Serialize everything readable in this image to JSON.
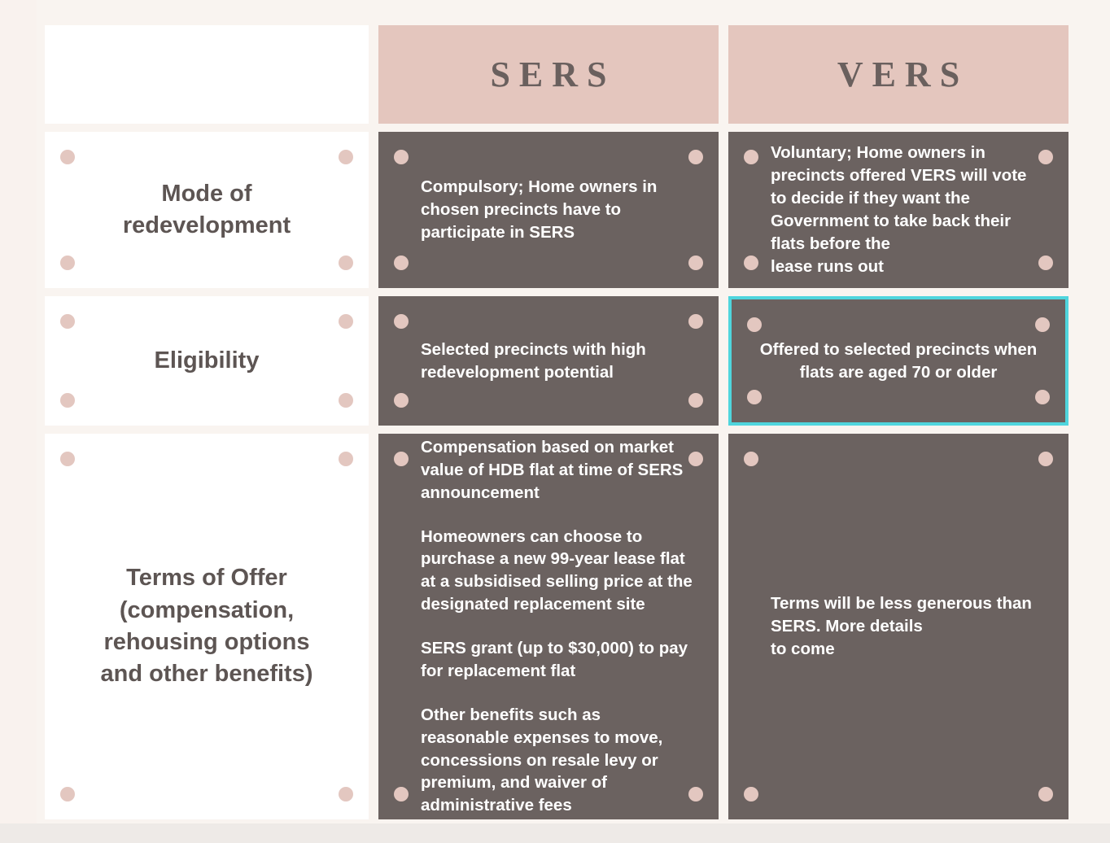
{
  "theme": {
    "page_background": "#f9f4f0",
    "header_pink": "#e4c6be",
    "cell_dark": "#6b6260",
    "label_text": "#5d5553",
    "dot_pink": "#e3c7c0",
    "selection_outline": "#4fd5dd"
  },
  "table": {
    "columns": [
      {
        "key": "criteria",
        "label": ""
      },
      {
        "key": "sers",
        "label": "SERS"
      },
      {
        "key": "vers",
        "label": "VERS"
      }
    ],
    "rows": [
      {
        "label": "Mode of\nredevelopment",
        "sers": [
          "Compulsory; Home owners in chosen precincts have to participate in SERS"
        ],
        "vers": [
          "Voluntary; Home owners in precincts offered VERS will vote to decide if they want the Government to take back their flats before the\nlease runs out"
        ],
        "vers_selected": false,
        "vers_align": "left"
      },
      {
        "label": "Eligibility",
        "sers": [
          "Selected precincts with high redevelopment potential"
        ],
        "vers": [
          "Offered to selected precincts when flats are aged 70 or older"
        ],
        "vers_selected": true,
        "vers_align": "center"
      },
      {
        "label": "Terms of Offer\n(compensation,\nrehousing options\nand other benefits)",
        "sers": [
          "Compensation based on market value of HDB flat at time of SERS announcement",
          "Homeowners can choose to purchase a new 99-year lease flat at a subsidised selling price at the designated replacement site",
          "SERS grant (up to $30,000) to pay for replacement flat",
          "Other benefits such as reasonable expenses to move, concessions on resale levy or premium, and waiver of administrative fees"
        ],
        "vers": [
          "Terms will be less generous than SERS. More details\nto come"
        ],
        "vers_selected": false,
        "vers_align": "left"
      }
    ]
  }
}
